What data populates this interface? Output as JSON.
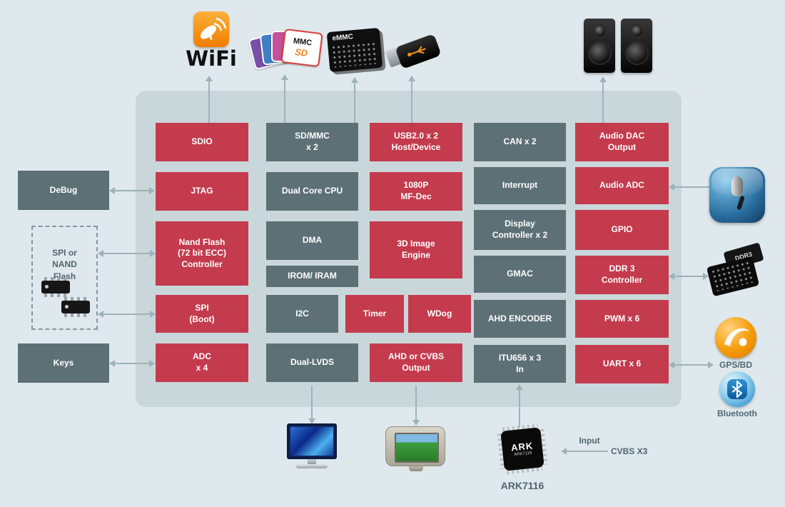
{
  "colors": {
    "background": "#dfe9ed",
    "panel": "#c9d7db",
    "block_red": "#c43b4e",
    "block_slate": "#5d7076",
    "arrow": "#9db2b9",
    "label_text": "#4e6571"
  },
  "grid": {
    "sdio": "SDIO",
    "jtag": "JTAG",
    "nand_ctrl": "Nand Flash\n(72 bit ECC)\nController",
    "spi_boot": "SPI\n(Boot)",
    "adc": "ADC\nx 4",
    "sdmmc": "SD/MMC\nx 2",
    "cpu": "Dual Core CPU",
    "dma": "DMA",
    "irom": "IROM/ IRAM",
    "i2c": "I2C",
    "lvds": "Dual-LVDS",
    "usb": "USB2.0 x 2\nHost/Device",
    "dec1080": "1080P\nMF-Dec",
    "img3d": "3D Image\nEngine",
    "timer": "Timer",
    "wdog": "WDog",
    "ahd_out": "AHD or CVBS\nOutput",
    "can": "CAN x 2",
    "interrupt": "Interrupt",
    "dispctrl": "Display\nController x 2",
    "gmac": "GMAC",
    "ahd_enc": "AHD ENCODER",
    "itu656": "ITU656 x 3\nIn",
    "audio_dac": "Audio DAC\nOutput",
    "audio_adc": "Audio ADC",
    "gpio": "GPIO",
    "ddr3": "DDR 3\nController",
    "pwm": "PWM x 6",
    "uart": "UART x 6"
  },
  "left": {
    "debug": "DeBug",
    "spi_nand": "SPI or\nNAND\nFlash",
    "keys": "Keys"
  },
  "labels": {
    "gps": "GPS/BD",
    "bluetooth": "Bluetooth",
    "ark7116": "ARK7116",
    "input": "Input",
    "cvbs": "CVBS X3"
  },
  "icons": {
    "wifi": {
      "label": "WiFi"
    },
    "mmc": {
      "line1": "MMC",
      "line2": "SD"
    },
    "emmc": {
      "label": "eMMC"
    },
    "ddr3_chip": {
      "label": "DDR3"
    },
    "ark": {
      "brand": "ARK",
      "part": "ARK7116"
    }
  }
}
